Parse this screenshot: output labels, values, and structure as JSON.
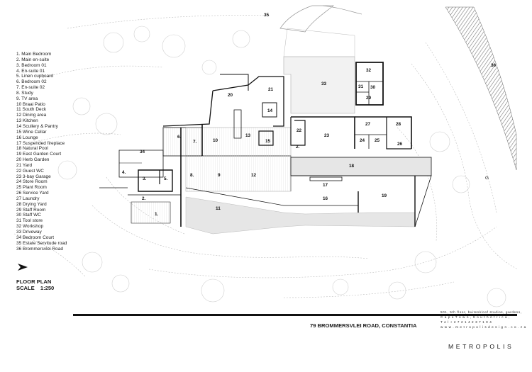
{
  "legend": [
    "1.  Main Bedroom",
    "2.  Main en-suite",
    "3.  Bedroom 01",
    "4.  En-suite 01",
    "5.  Linen cupboard",
    "6.  Bedroom 02",
    "7.  En-suite 02",
    "8.  Study",
    "9.  TV area",
    "10  Braai Patio",
    "11  South Deck",
    "12  Dining area",
    "13  Kitchen",
    "14  Scullery & Pantry",
    "15  Wine Cellar",
    "16  Lounge",
    "17  Suspended fireplace",
    "18  Natural Pool",
    "19  East Garden Court",
    "20  Herb Garden",
    "21  Yard",
    "22  Guest WC",
    "23  3-bay Garage",
    "24  Store Room",
    "25  Plant Room",
    "26  Service Yard",
    "27  Laundry",
    "28  Drying Yard",
    "29  Staff Room",
    "30  Staff WC",
    "31  Tool store",
    "32  Workshop",
    "33  Driveway",
    "34  Bedroom Court",
    "35  Estate Servitude road",
    "36  Brommersvlei Road"
  ],
  "plan_labels": [
    {
      "id": "35",
      "text": "35"
    },
    {
      "id": "36",
      "text": "36"
    },
    {
      "id": "33",
      "text": "33"
    },
    {
      "id": "32",
      "text": "32"
    },
    {
      "id": "31",
      "text": "31"
    },
    {
      "id": "30",
      "text": "30"
    },
    {
      "id": "29",
      "text": "29"
    },
    {
      "id": "21",
      "text": "21"
    },
    {
      "id": "20",
      "text": "20"
    },
    {
      "id": "14",
      "text": "14"
    },
    {
      "id": "13",
      "text": "13"
    },
    {
      "id": "15",
      "text": "15"
    },
    {
      "id": "10",
      "text": "10"
    },
    {
      "id": "7",
      "text": "7."
    },
    {
      "id": "6",
      "text": "6."
    },
    {
      "id": "22",
      "text": "22"
    },
    {
      "id": "23",
      "text": "23"
    },
    {
      "id": "27",
      "text": "27"
    },
    {
      "id": "28",
      "text": "28"
    },
    {
      "id": "24",
      "text": "24"
    },
    {
      "id": "25",
      "text": "25"
    },
    {
      "id": "26",
      "text": "26"
    },
    {
      "id": "2b",
      "text": "2."
    },
    {
      "id": "34",
      "text": "34"
    },
    {
      "id": "4",
      "text": "4."
    },
    {
      "id": "3",
      "text": "3."
    },
    {
      "id": "5",
      "text": "5."
    },
    {
      "id": "8",
      "text": "8."
    },
    {
      "id": "9",
      "text": "9"
    },
    {
      "id": "12",
      "text": "12"
    },
    {
      "id": "18",
      "text": "18"
    },
    {
      "id": "17",
      "text": "17"
    },
    {
      "id": "16",
      "text": "16"
    },
    {
      "id": "19",
      "text": "19"
    },
    {
      "id": "11",
      "text": "11"
    },
    {
      "id": "2a",
      "text": "2."
    },
    {
      "id": "1",
      "text": "1."
    },
    {
      "id": "G",
      "text": "G"
    }
  ],
  "plan_title": "FLOOR PLAN",
  "plan_scale": "SCALE  1:250",
  "address": "79 BROMMERSVLEI ROAD, CONSTANTIA",
  "contact": [
    "501,  5th floor,  buitenkloof studios,  gardens,",
    "C a p e  T o w n ,  S o u t h  A f r i c a ,",
    "T e l + 2 7  2 1  4 2 3  7 1 0 4",
    "w w w . m e t r o p o l i s d e s i g n . c o . z a"
  ],
  "brand": "METROPOLIS",
  "colors": {
    "ink": "#111111",
    "contour": "#bdbdbd",
    "deck_fill": "#e6e6e6",
    "road_hatch": "#7a7a7a"
  }
}
